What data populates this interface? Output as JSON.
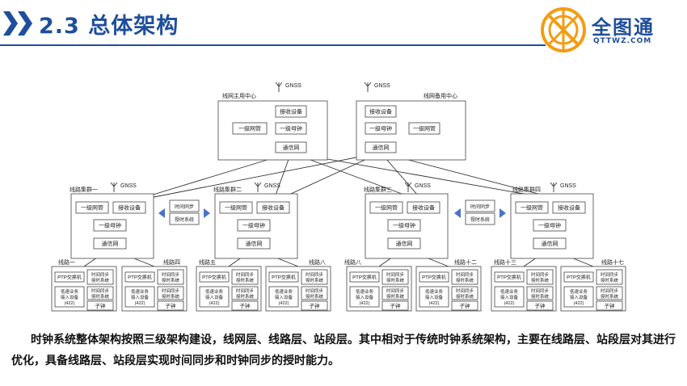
{
  "header": {
    "title": "2.3 总体架构"
  },
  "logo": {
    "main": "全图通",
    "sub": "QTTWZ.COM"
  },
  "centers": {
    "main": {
      "label": "线网主用中心",
      "gnss": "GNSS",
      "recv": "接收设备",
      "nms": "一级网管",
      "clock": "一级母钟",
      "comm": "通信网"
    },
    "backup": {
      "label": "线网备用中心",
      "gnss": "GNSS",
      "recv": "接收设备",
      "nms": "一级网管",
      "clock": "一级母钟",
      "comm": "通信网"
    }
  },
  "groups": [
    {
      "label": "线路集群一",
      "gnss": "GNSS",
      "nms": "一级网管",
      "recv": "接收设备",
      "clock": "一级母钟",
      "comm": "通信网"
    },
    {
      "label": "线路集群二",
      "gnss": "GNSS",
      "nms": "一级网管",
      "recv": "接收设备",
      "clock": "一级母钟",
      "comm": "通信网"
    },
    {
      "label": "线路集群三",
      "gnss": "GNSS",
      "nms": "一级网管",
      "recv": "接收设备",
      "clock": "一级母钟",
      "comm": "通信网"
    },
    {
      "label": "线路集群四",
      "gnss": "GNSS",
      "nms": "一级网管",
      "recv": "接收设备",
      "clock": "一级母钟",
      "comm": "通信网"
    }
  ],
  "sync": {
    "l1": "时间同步",
    "l2": "授时系统"
  },
  "lines": [
    "线路一",
    "线路四",
    "线路五",
    "线路八",
    "线路八",
    "线路十二",
    "线路十三",
    "线路十七"
  ],
  "station": {
    "ptp": "PTP交换机",
    "sync1": "时间同步",
    "sync2": "授时系统",
    "acc1": "低速业务",
    "acc2": "接入设备",
    "acc3": "(422)",
    "sub": "子钟"
  },
  "caption": "时钟系统整体架构按照三级架构建设，线网层、线路层、站段层。其中相对于传统时钟系统架构，主要在线路层、站段层对其进行优化，具备线路层、站段层实现时间同步和时钟同步的授时能力。",
  "colors": {
    "brand": "#1f4e9c",
    "accent": "#f39c12",
    "arrow": "#4a72c4"
  }
}
